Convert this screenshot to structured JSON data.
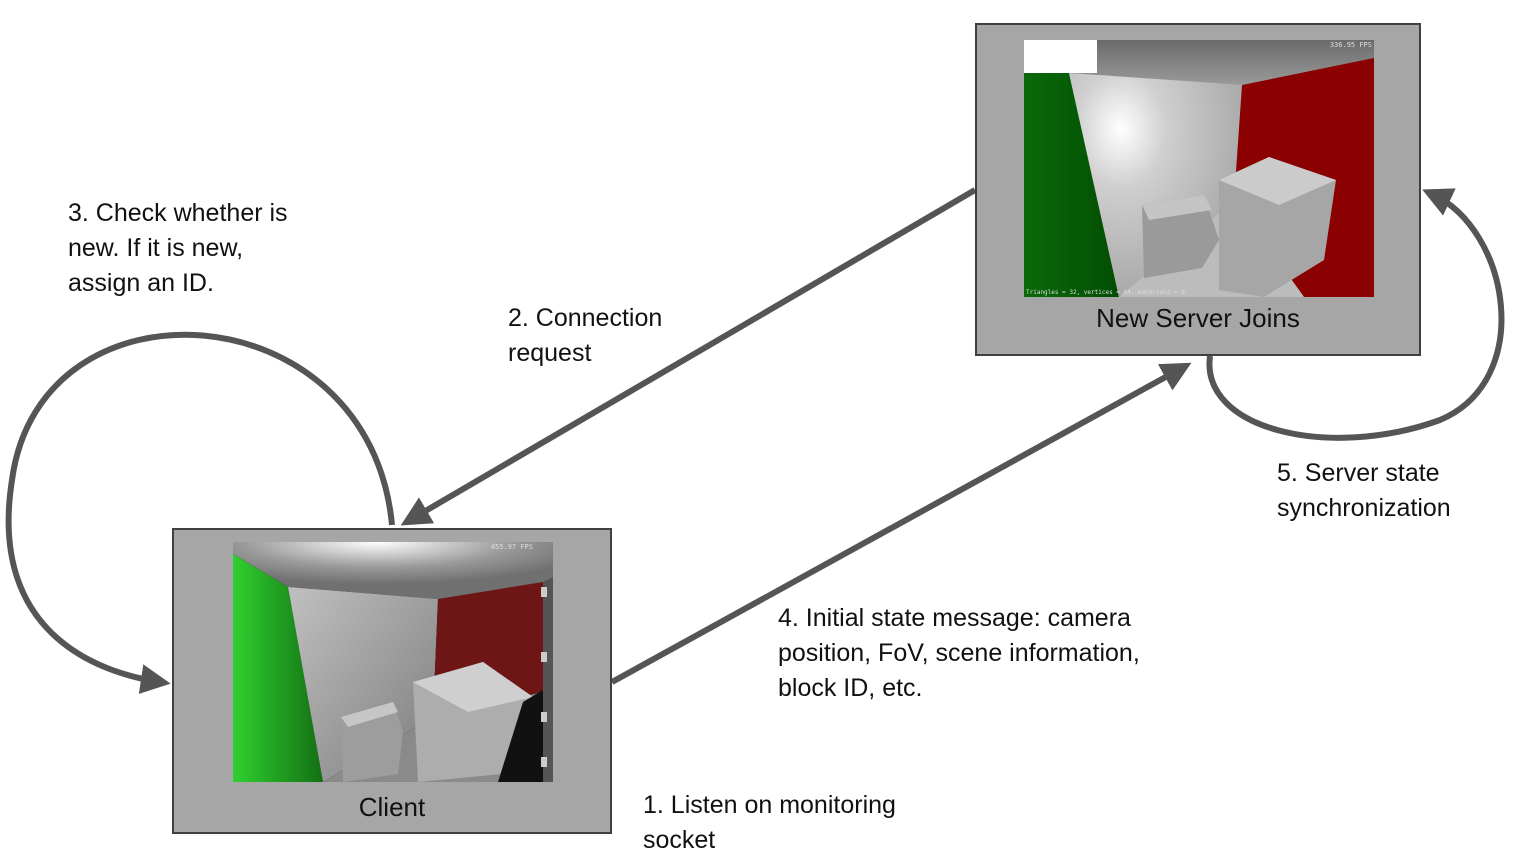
{
  "client": {
    "label": "Client",
    "fps_text": "455.97 FPS"
  },
  "server": {
    "label": "New Server Joins",
    "fps_text": "336.95 FPS",
    "stats_text": "Triangles = 32, vertices = 64, materials = 6"
  },
  "steps": {
    "step1": "1. Listen on monitoring\nsocket",
    "step2": "2. Connection\nrequest",
    "step3": "3. Check whether is\nnew. If it is new,\nassign an ID.",
    "step4": "4. Initial state message: camera\nposition, FoV, scene information,\nblock ID, etc.",
    "step5": "5. Server state\nsynchronization"
  },
  "colors": {
    "arrow": "#555555",
    "box_fill": "#a6a6a6",
    "box_border": "#404040",
    "wall_green": "#1e8c1e",
    "wall_red": "#8b0000"
  }
}
